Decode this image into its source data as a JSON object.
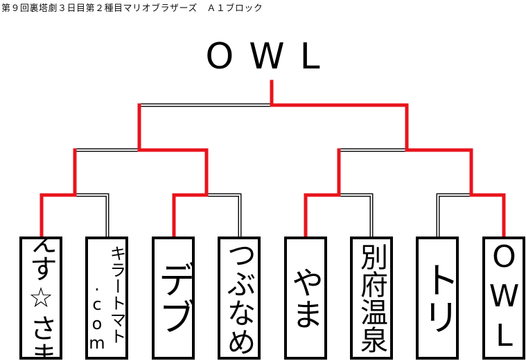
{
  "header": {
    "title": "第９回裏塔劇３日目第２種目マリオブラザーズ　Ａ１ブロック"
  },
  "champion": "OWL",
  "colors": {
    "win_line": "#e8141c",
    "lose_line": "#000000",
    "box_border": "#000000"
  },
  "players": [
    {
      "name": "えす☆さま",
      "columns": [
        "えす☆さま"
      ]
    },
    {
      "name": "キラートマト.com",
      "columns": [
        "キラートマト",
        ".com"
      ]
    },
    {
      "name": "デブ",
      "columns": [
        "デブ"
      ]
    },
    {
      "name": "つぶなめ",
      "columns": [
        "つぶなめ"
      ]
    },
    {
      "name": "やま",
      "columns": [
        "やま"
      ]
    },
    {
      "name": "別府温泉",
      "columns": [
        "別府温泉"
      ]
    },
    {
      "name": "トリ",
      "columns": [
        "トリ"
      ]
    },
    {
      "name": "OWL",
      "columns": [
        "OWL"
      ]
    }
  ],
  "results": {
    "round1_winners": [
      "えす☆さま",
      "デブ",
      "やま",
      "OWL"
    ],
    "semifinal_winners": [
      "デブ",
      "OWL"
    ],
    "final_winner": "OWL"
  }
}
